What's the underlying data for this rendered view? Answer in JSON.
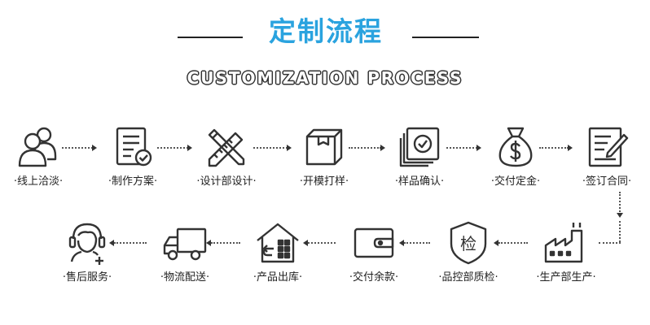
{
  "header": {
    "title": "定制流程",
    "subtitle": "CUSTOMIZATION PROCESS"
  },
  "colors": {
    "title": "#2aa3df",
    "icon": "#333333"
  },
  "row1": [
    {
      "icon": "users-icon",
      "label": "·线上洽淡·"
    },
    {
      "icon": "checklist-icon",
      "label": "·制作方案·"
    },
    {
      "icon": "design-tools-icon",
      "label": "·设计部设计·"
    },
    {
      "icon": "box-icon",
      "label": "·开模打样·"
    },
    {
      "icon": "samples-check-icon",
      "label": "·样品确认·"
    },
    {
      "icon": "money-bag-icon",
      "label": "·交付定金·"
    },
    {
      "icon": "contract-sign-icon",
      "label": "·签订合同·"
    }
  ],
  "row2": [
    {
      "icon": "customer-service-icon",
      "label": "·售后服务·"
    },
    {
      "icon": "truck-icon",
      "label": "·物流配送·"
    },
    {
      "icon": "warehouse-icon",
      "label": "·产品出库·"
    },
    {
      "icon": "wallet-icon",
      "label": "·交付余款·"
    },
    {
      "icon": "inspection-shield-icon",
      "label": "·品控部质检·",
      "badge": "检"
    },
    {
      "icon": "factory-icon",
      "label": "·生产部生产·"
    }
  ]
}
